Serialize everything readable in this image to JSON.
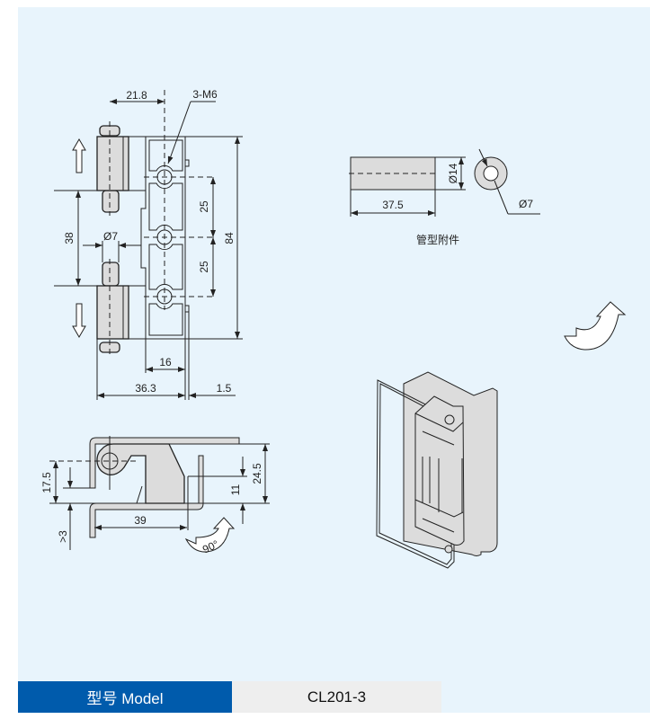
{
  "front_view": {
    "dim_top": "21.8",
    "thread_label": "3-M6",
    "dim_gap": "38",
    "dim_pin_dia": "Ø7",
    "dim_pitch_1": "25",
    "dim_pitch_2": "25",
    "dim_height": "84",
    "dim_depth": "16",
    "dim_width": "36.3",
    "dim_thickness": "1.5"
  },
  "side_view": {
    "dim_offset": "17.5",
    "dim_min_gap": ">3",
    "dim_length": "39",
    "dim_step": "11",
    "dim_height": "24.5",
    "rotation": "90°"
  },
  "tube_accessory": {
    "dim_outer_dia": "Ø14",
    "dim_length": "37.5",
    "dim_inner_dia": "Ø7",
    "caption": "管型附件"
  },
  "model_bar": {
    "label": "型号 Model",
    "value": "CL201-3"
  },
  "colors": {
    "background": "#e8f4fc",
    "label_bg": "#005bac",
    "value_bg": "#eeeeee",
    "part_fill": "#dcdcdc"
  }
}
